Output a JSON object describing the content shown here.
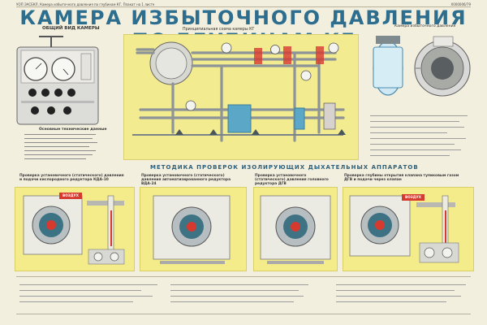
{
  "header": {
    "left_text": "УОП ЭАСЕКЛ. Камера избыточного давления по глубинам КГ. Плакат на 1 листе",
    "right_text": "Х000006/79",
    "title": "КАМЕРА ИЗБЫТОЧНОГО ДАВЛЕНИЯ ПО ГЛУБИНАМ КГ"
  },
  "sections": {
    "general_view": "ОБЩИЙ ВИД КАМЕРЫ",
    "scheme": "Принципиальная схема камеры КГ",
    "chamber_side": "Камера избыточного давления",
    "data_heading": "Основные технические данные",
    "method_title": "МЕТОДИКА ПРОВЕРОК ИЗОЛИРУЮЩИХ ДЫХАТЕЛЬНЫХ АППАРАТОВ"
  },
  "panels": [
    {
      "title": "Проверка установочного (статического) давления и подачи кислородного редуктора КДА-10"
    },
    {
      "title": "Проверка установочного (статического) давления автоматизированного редуктора ВДА-24"
    },
    {
      "title": "Проверка установочного (статического) давления головного редуктора ДГВ"
    },
    {
      "title": "Проверка глубины открытия клапана тупиковым газом ДГВ и подачи через клапан"
    }
  ],
  "labels": {
    "air1": "ВОЗДУХ",
    "air2": "ВОЗДУХ"
  },
  "colors": {
    "title_blue": "#2d6d8e",
    "panel_yellow": "#f4ec8a",
    "scheme_yellow": "#f3eb8f",
    "pipe_gray": "#8c9497",
    "chamber_blue": "#5aa7c8",
    "accent_red": "#d63a2f"
  }
}
